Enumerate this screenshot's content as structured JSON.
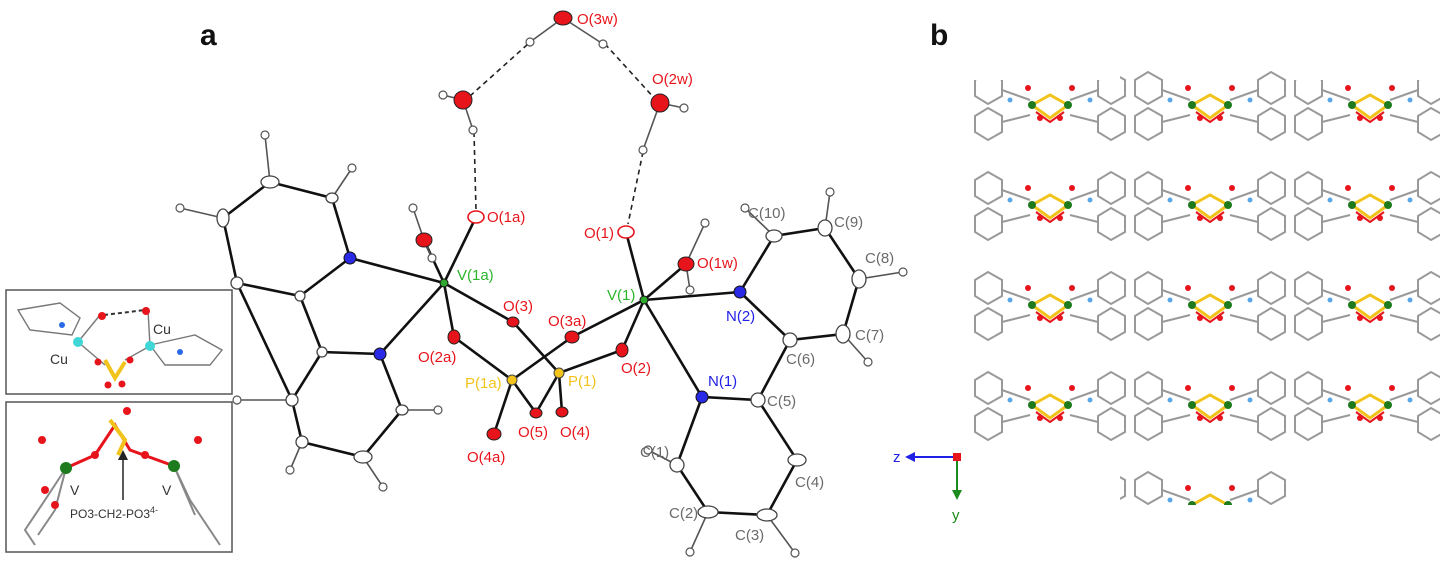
{
  "panels": {
    "a": "a",
    "b": "b"
  },
  "atom_labels": {
    "O3w": "O(3w)",
    "O2w": "O(2w)",
    "O1a": "O(1a)",
    "O1": "O(1)",
    "V1a": "V(1a)",
    "V1": "V(1)",
    "O1w": "O(1w)",
    "O3": "O(3)",
    "O3a": "O(3a)",
    "O2a": "O(2a)",
    "O2": "O(2)",
    "P1a": "P(1a)",
    "P1": "P(1)",
    "O5": "O(5)",
    "O4": "O(4)",
    "O4a": "O(4a)",
    "N1": "N(1)",
    "N2": "N(2)",
    "C10": "C(10)",
    "C9": "C(9)",
    "C8": "C(8)",
    "C7": "C(7)",
    "C6": "C(6)",
    "C5": "C(5)",
    "C4": "C(4)",
    "C3": "C(3)",
    "C2": "C(2)",
    "C1": "C(1)"
  },
  "inset_cu": {
    "cu_left": "Cu",
    "cu_right": "Cu"
  },
  "inset_v": {
    "v_left": "V",
    "v_right": "V",
    "ligand": "PO3-CH2-PO3",
    "charge": "4-"
  },
  "axes": {
    "z": "z",
    "y": "y"
  },
  "colors": {
    "oxygen": "#e8141c",
    "vanadium": "#2db52d",
    "nitrogen": "#2020e6",
    "phosphorus": "#f2c31b",
    "copper": "#3fd6d6"
  }
}
